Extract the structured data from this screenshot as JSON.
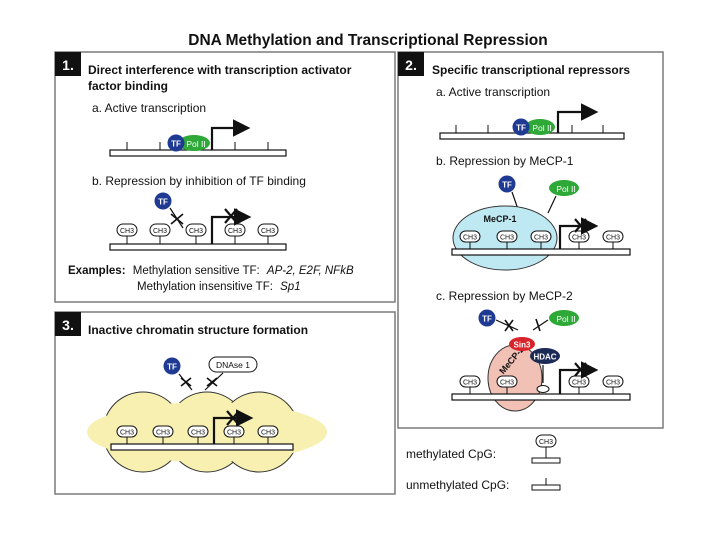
{
  "title": "DNA Methylation and Transcriptional Repression",
  "panel1": {
    "number": "1.",
    "heading_line1": "Direct interference with transcription activator",
    "heading_line2": "factor binding",
    "sub_a": "a. Active transcription",
    "sub_b": "b. Repression by inhibition of TF binding",
    "examples_label": "Examples:",
    "examples_line1": "Methylation sensitive TF:",
    "examples_line1_items": "AP-2, E2F, NFkB",
    "examples_line2": "Methylation insensitive TF:",
    "examples_line2_items": "Sp1"
  },
  "panel2": {
    "number": "2.",
    "heading": "Specific transcriptional repressors",
    "sub_a": "a. Active transcription",
    "sub_b": "b. Repression by MeCP-1",
    "sub_c": "c. Repression by MeCP-2"
  },
  "panel3": {
    "number": "3.",
    "heading": "Inactive chromatin structure formation"
  },
  "labels": {
    "tf": "TF",
    "pol2": "Pol II",
    "ch3": "CH3",
    "mecp1": "MeCP-1",
    "mecp2": "MeCP-2",
    "sin3": "Sin3",
    "hdac": "HDAC",
    "dnase1": "DNAse 1"
  },
  "legend": {
    "methylated": "methylated CpG:",
    "unmethylated": "unmethylated CpG:"
  },
  "colors": {
    "tf": "#1f3a93",
    "pol2": "#2ea836",
    "mecp1": "#bfe9f2",
    "mecp2": "#f1c1b6",
    "sin3": "#d8232a",
    "hdac": "#1c2a56",
    "chromatin": "#f7f0b0",
    "panel_border": "#7a7a7a"
  }
}
